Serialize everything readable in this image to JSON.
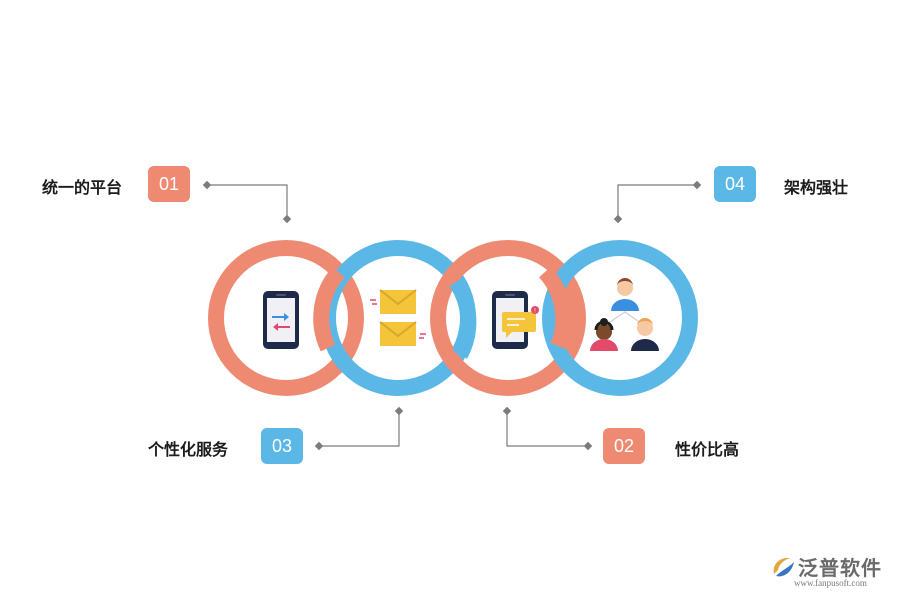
{
  "items": [
    {
      "num": "01",
      "label": "统一的平台"
    },
    {
      "num": "02",
      "label": "性价比高"
    },
    {
      "num": "03",
      "label": "个性化服务"
    },
    {
      "num": "04",
      "label": "架构强壮"
    }
  ],
  "colors": {
    "orange": "#ef8a72",
    "blue": "#5bb8e6",
    "dark_navy": "#1e2a4a"
  },
  "icons": [
    "transfer-phone-icon",
    "mail-icon",
    "chat-phone-icon",
    "team-icon"
  ],
  "logo": {
    "text": "泛普软件",
    "url": "www.fanpusoft.com"
  }
}
